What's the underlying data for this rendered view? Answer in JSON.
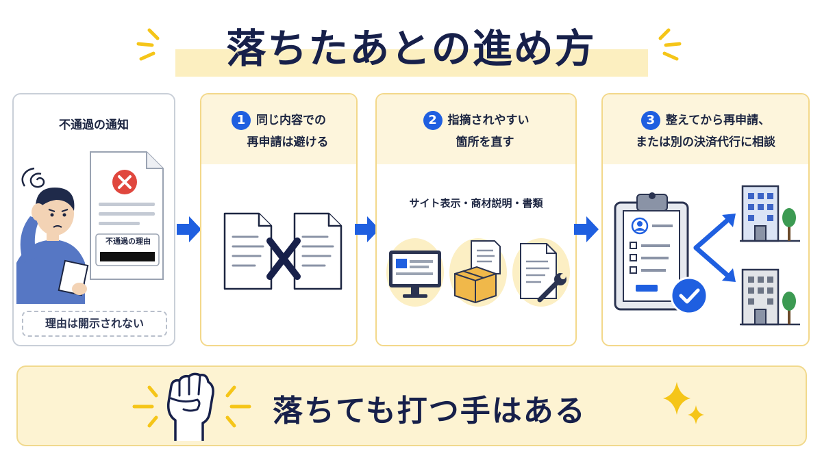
{
  "title": "落ちたあとの進め方",
  "cards": {
    "notice": {
      "title": "不通過の通知",
      "doc_reason_label": "不通過の理由",
      "footer": "理由は開示されない"
    },
    "step1": {
      "number": "1",
      "line1": "同じ内容での",
      "line2": "再申請は避ける"
    },
    "step2": {
      "number": "2",
      "line1": "指摘されやすい",
      "line2": "箇所を直す",
      "sub": "サイト表示・商材説明・書類"
    },
    "step3": {
      "number": "3",
      "line1": "整えてから再申請、",
      "line2": "または別の決済代行に相談"
    }
  },
  "banner": {
    "text": "落ちても打つ手はある"
  },
  "colors": {
    "navy": "#17204a",
    "blue": "#1f5fe0",
    "yellow_bg": "#fdf3d2",
    "yellow_border": "#f1d98d",
    "burst": "#f5c518"
  }
}
